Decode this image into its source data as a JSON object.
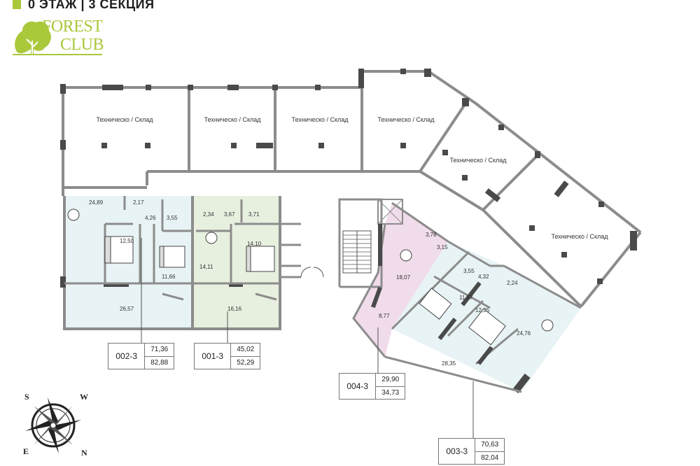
{
  "header": {
    "title": "0 ЭТАЖ | 3 СЕКЦИЯ"
  },
  "logo": {
    "line1": "FOREST",
    "line2": "CLUB",
    "color": "#a9c83a"
  },
  "storage": {
    "label": "Техническо / Склад"
  },
  "areas": {
    "a24_89": "24,89",
    "a2_17": "2,17",
    "a4_26": "4,26",
    "a3_55": "3,55",
    "a12_50": "12,50",
    "a11_66": "11,66",
    "a26_57": "26,57",
    "a2_34": "2,34",
    "a3_67": "3,67",
    "a3_71": "3,71",
    "a14_10": "14,10",
    "a14_11": "14,11",
    "a16_16": "16,16",
    "a3_78": "3,78",
    "a3_15": "3,15",
    "a18_07": "18,07",
    "a3_55b": "3,55",
    "a4_32": "4,32",
    "a11_47": "11,47",
    "a8_77": "8,77",
    "a2_24": "2,24",
    "a12_35": "12,35",
    "a24_76": "24,76",
    "a28_35": "28,35"
  },
  "apartments": [
    {
      "code": "002-3",
      "living": "71,36",
      "total": "82,88"
    },
    {
      "code": "001-3",
      "living": "45,02",
      "total": "52,29"
    },
    {
      "code": "004-3",
      "living": "29,90",
      "total": "34,73"
    },
    {
      "code": "003-3",
      "living": "70,63",
      "total": "82,04"
    }
  ],
  "compass": {
    "s": "S",
    "w": "W",
    "e": "E",
    "n": "N"
  },
  "colors": {
    "wall": "#8c8c8c",
    "wall_dark": "#4a4a4a",
    "apt_blue": "#e8f3f5",
    "apt_green": "#e7efdf",
    "apt_pink": "#f1dceb",
    "accent": "#a9c83a"
  }
}
